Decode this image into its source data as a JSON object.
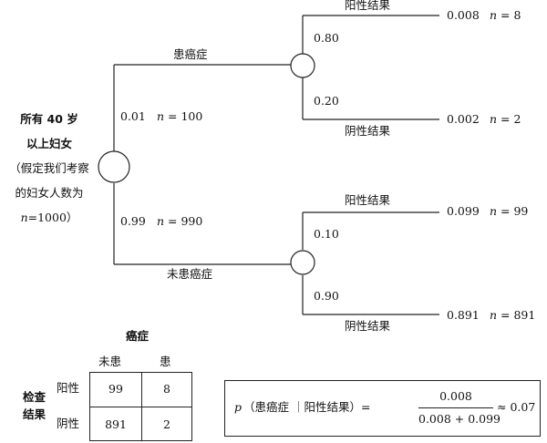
{
  "root": {
    "title_line1": "所有 40 岁",
    "title_line2": "以上妇女",
    "note_line1": "（假定我们考察",
    "note_line2": "的妇女人数为",
    "note_n": "n",
    "note_eq": "=1000）"
  },
  "branches": {
    "cancer": {
      "label": "患癌症",
      "prob": "0.01",
      "n_symbol": "n",
      "n_value": " = 100"
    },
    "no_cancer": {
      "label": "未患癌症",
      "prob": "0.99",
      "n_symbol": "n",
      "n_value": " = 990"
    }
  },
  "leaves": {
    "cancer_pos": {
      "label": "阳性结果",
      "branch_prob": "0.80",
      "joint": "0.008",
      "n_symbol": "n",
      "n_value": " = 8"
    },
    "cancer_neg": {
      "label": "阴性结果",
      "branch_prob": "0.20",
      "joint": "0.002",
      "n_symbol": "n",
      "n_value": " = 2"
    },
    "nocancer_pos": {
      "label": "阳性结果",
      "branch_prob": "0.10",
      "joint": "0.099",
      "n_symbol": "n",
      "n_value": " = 99"
    },
    "nocancer_neg": {
      "label": "阴性结果",
      "branch_prob": "0.90",
      "joint": "0.891",
      "n_symbol": "n",
      "n_value": " = 891"
    }
  },
  "table": {
    "col_title": "癌症",
    "col_headers": [
      "未患",
      "患"
    ],
    "row_title_line1": "检查",
    "row_title_line2": "结果",
    "rows": [
      {
        "label": "阳性",
        "values": [
          "99",
          "8"
        ]
      },
      {
        "label": "阴性",
        "values": [
          "891",
          "2"
        ]
      }
    ]
  },
  "formula": {
    "p": "p",
    "condition": "（患癌症 ｜阳性结果）=",
    "numerator": "0.008",
    "denominator": "0.008 + 0.099",
    "result": "≈ 0.07"
  }
}
